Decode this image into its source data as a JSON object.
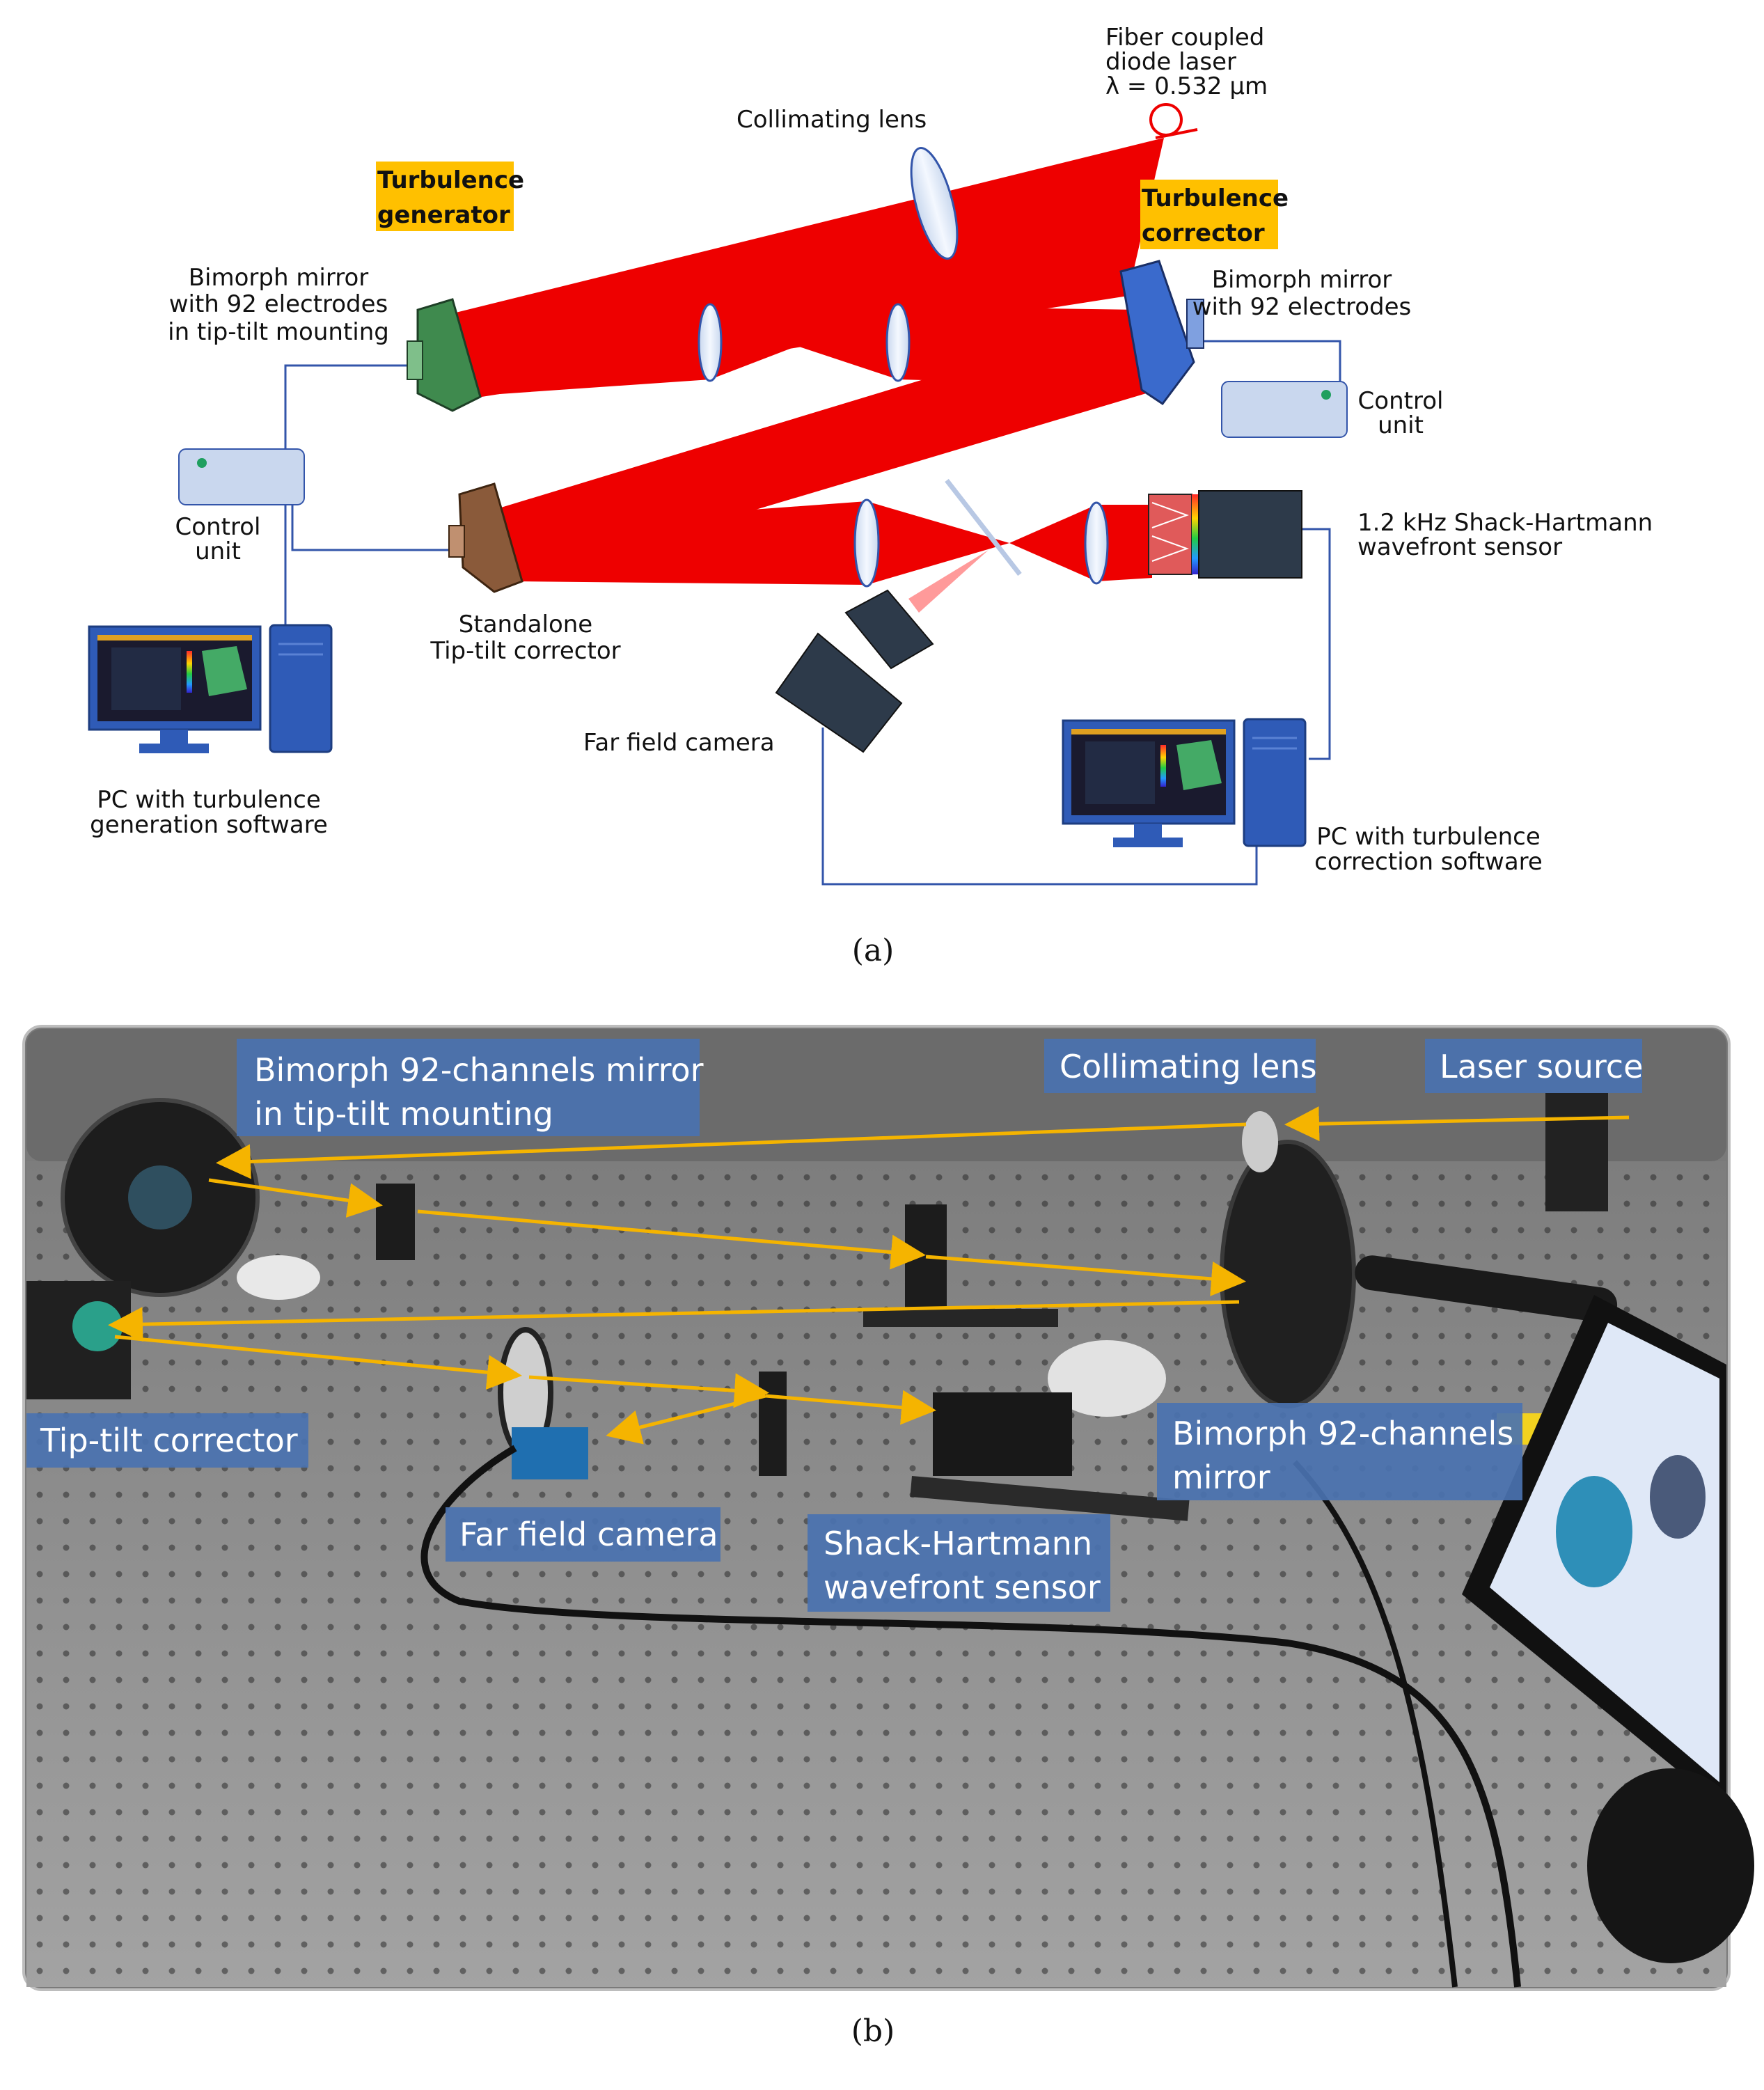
{
  "panel_a": {
    "labels": {
      "fiber_laser_1": "Fiber coupled",
      "fiber_laser_2": "diode laser",
      "fiber_laser_3": "λ = 0.532 µm",
      "collimating_lens": "Collimating lens",
      "turb_generator_1": "Turbulence",
      "turb_generator_2": "generator",
      "turb_corrector_1": "Turbulence",
      "turb_corrector_2": "corrector",
      "bimorph_left_1": "Bimorph mirror",
      "bimorph_left_2": "with 92 electrodes",
      "bimorph_left_3": "in tip-tilt mounting",
      "bimorph_right_1": "Bimorph mirror",
      "bimorph_right_2": "with 92 electrodes",
      "control_left_1": "Control",
      "control_left_2": "unit",
      "control_right_1": "Control",
      "control_right_2": "unit",
      "tiptilt_1": "Standalone",
      "tiptilt_2": "Tip-tilt corrector",
      "shack_1": "1.2 kHz Shack-Hartmann",
      "shack_2": "wavefront sensor",
      "far_field": "Far field camera",
      "pc_left_1": "PC with turbulence",
      "pc_left_2": "generation software",
      "pc_right_1": "PC with turbulence",
      "pc_right_2": "correction software"
    },
    "caption": "(a)"
  },
  "panel_b": {
    "labels": {
      "bimorph_tiptilt_1": "Bimorph 92-channels mirror",
      "bimorph_tiptilt_2": "in tip-tilt mounting",
      "collimating_lens": "Collimating lens",
      "laser_source": "Laser source",
      "tiptilt": "Tip-tilt corrector",
      "bimorph_1": "Bimorph 92-channels",
      "bimorph_2": "mirror",
      "far_field": "Far field camera",
      "shack_1": "Shack-Hartmann",
      "shack_2": "wavefront sensor"
    },
    "caption": "(b)"
  },
  "colors": {
    "beam": "#ee0000",
    "highlight": "#ffc000",
    "wire": "#3355aa",
    "label_box": "#4a72b0",
    "arrow": "#f5b400",
    "table": "#8a8a8a"
  }
}
